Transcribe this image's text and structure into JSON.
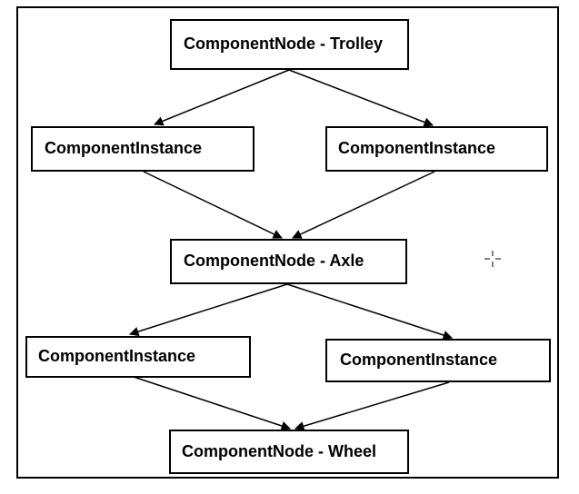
{
  "nodes": {
    "trolley": "ComponentNode - Trolley",
    "instance_1": "ComponentInstance",
    "instance_2": "ComponentInstance",
    "axle": "ComponentNode - Axle",
    "instance_3": "ComponentInstance",
    "instance_4": "ComponentInstance",
    "wheel": "ComponentNode - Wheel"
  },
  "edges": [
    {
      "from": "trolley",
      "to": "instance_1"
    },
    {
      "from": "trolley",
      "to": "instance_2"
    },
    {
      "from": "instance_1",
      "to": "axle"
    },
    {
      "from": "instance_2",
      "to": "axle"
    },
    {
      "from": "axle",
      "to": "instance_3"
    },
    {
      "from": "axle",
      "to": "instance_4"
    },
    {
      "from": "instance_3",
      "to": "wheel"
    },
    {
      "from": "instance_4",
      "to": "wheel"
    }
  ],
  "colors": {
    "line": "#000000",
    "background": "#ffffff"
  },
  "icons": {
    "cursor": "crosshair-cursor-icon"
  }
}
